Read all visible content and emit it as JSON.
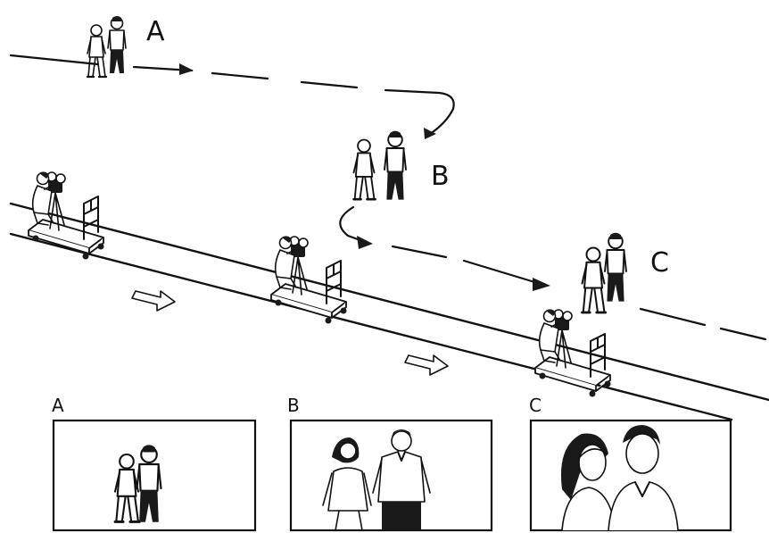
{
  "positions": {
    "path_a": "A",
    "path_b": "B",
    "path_c": "C"
  },
  "frames": [
    {
      "id": "a",
      "label": "A"
    },
    {
      "id": "b",
      "label": "B"
    },
    {
      "id": "c",
      "label": "C"
    }
  ]
}
